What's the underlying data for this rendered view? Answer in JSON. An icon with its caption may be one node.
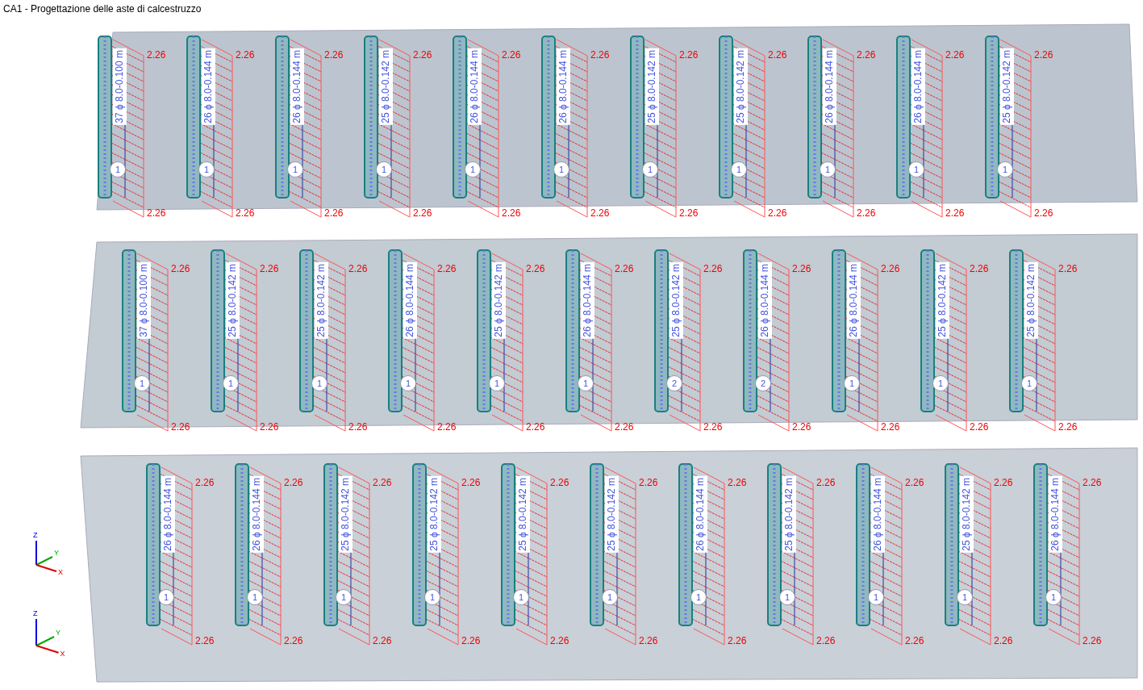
{
  "diagram": {
    "title": "CA1 - Progettazione delle aste di calcestruzzo",
    "labels": [
      "37 ϕ 8.0-0.100 m",
      "1",
      "2.26",
      "2.26",
      "26 ϕ 8.0-0.144 m",
      "1",
      "2.26",
      "2.26",
      "26 ϕ 8.0-0.144 m",
      "1",
      "2.26",
      "2.26",
      "25 ϕ 8.0-0.142 m",
      "1",
      "2.26",
      "2.26",
      "26 ϕ 8.0-0.144 m",
      "1",
      "2.26",
      "2.26",
      "26 ϕ 8.0-0.144 m",
      "1",
      "2.26",
      "2.26",
      "25 ϕ 8.0-0.142 m",
      "1",
      "2.26",
      "2.26",
      "25 ϕ 8.0-0.142 m",
      "1",
      "2.26",
      "2.26",
      "26 ϕ 8.0-0.144 m",
      "1",
      "2.26",
      "2.26",
      "26 ϕ 8.0-0.144 m",
      "1",
      "2.26",
      "2.26",
      "25 ϕ 8.0-0.142 m",
      "1",
      "2.26",
      "2.26",
      "37 ϕ 8.0-0.100 m",
      "1",
      "2.26",
      "2.26",
      "25 ϕ 8.0-0.142 m",
      "1",
      "2.26",
      "2.26",
      "25 ϕ 8.0-0.142 m",
      "1",
      "2.26",
      "2.26",
      "26 ϕ 8.0-0.144 m",
      "1",
      "2.26",
      "2.26",
      "25 ϕ 8.0-0.142 m",
      "1",
      "2.26",
      "2.26",
      "26 ϕ 8.0-0.144 m",
      "1",
      "2.26",
      "2.26",
      "25 ϕ 8.0-0.142 m",
      "2",
      "2.26",
      "2.26",
      "26 ϕ 8.0-0.144 m",
      "2",
      "2.26",
      "2.26",
      "26 ϕ 8.0-0.144 m",
      "1",
      "2.26",
      "2.26",
      "25 ϕ 8.0-0.142 m",
      "1",
      "2.26",
      "2.26",
      "25 ϕ 8.0-0.142 m",
      "1",
      "2.26",
      "2.26",
      "26 ϕ 8.0-0.144 m",
      "1",
      "2.26",
      "2.26",
      "26 ϕ 8.0-0.144 m",
      "1",
      "2.26",
      "2.26",
      "25 ϕ 8.0-0.142 m",
      "1",
      "2.26",
      "2.26",
      "25 ϕ 8.0-0.142 m",
      "1",
      "2.26",
      "2.26",
      "25 ϕ 8.0-0.142 m",
      "1",
      "2.26",
      "2.26",
      "25 ϕ 8.0-0.142 m",
      "1",
      "2.26",
      "2.26",
      "26 ϕ 8.0-0.144 m",
      "1",
      "2.26",
      "2.26",
      "25 ϕ 8.0-0.142 m",
      "1",
      "2.26",
      "2.26",
      "26 ϕ 8.0-0.144 m",
      "1",
      "2.26",
      "2.26",
      "25 ϕ 8.0-0.142 m",
      "1",
      "2.26",
      "2.26",
      "26 ϕ 8.0-0.144 m",
      "1",
      "2.26",
      "2.26",
      "Z",
      "Y",
      "X",
      "Z",
      "Y",
      "X"
    ]
  }
}
